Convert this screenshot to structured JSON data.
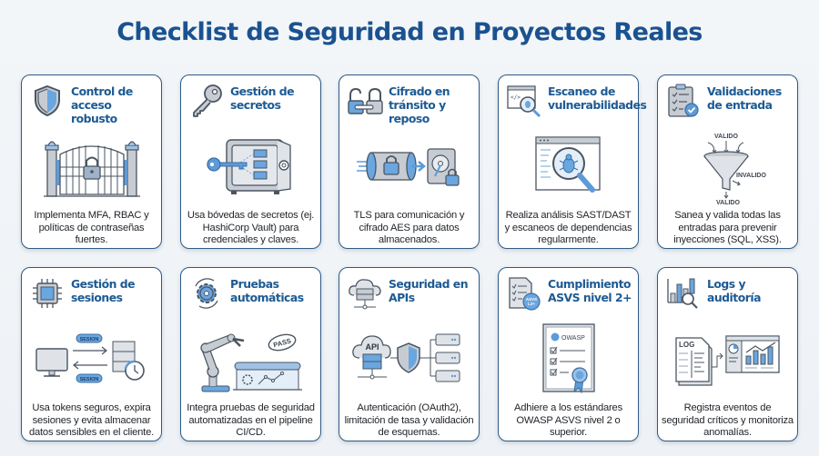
{
  "page": {
    "title": "Checklist de Seguridad en Proyectos Reales"
  },
  "colors": {
    "title": "#1a5290",
    "card_border": "#2e5a86",
    "card_title": "#1d5a93",
    "accent_blue": "#5d9bd8",
    "icon_gray": "#c7ccd3",
    "icon_stroke": "#4a5562"
  },
  "cards": [
    {
      "title": "Control de acceso robusto",
      "description": "Implementa MFA, RBAC y políticas de contraseñas fuertes.",
      "header_icon": "shield-icon",
      "illustration": "locked-gate-icon"
    },
    {
      "title": "Gestión de secretos",
      "description": "Usa bóvedas de secretos (ej. HashiCorp Vault) para credenciales y claves.",
      "header_icon": "key-icon",
      "illustration": "vault-with-key-icon"
    },
    {
      "title": "Cifrado en tránsito y reposo",
      "description": "TLS para comunicación y cifrado AES para datos almacenados.",
      "header_icon": "linked-padlocks-icon",
      "illustration": "encrypted-tunnel-to-disk-icon"
    },
    {
      "title": "Escaneo de vulnerabilidades",
      "description": "Realiza análisis SAST/DAST y escaneos de dependencias regularmente.",
      "header_icon": "code-window-bug-scan-icon",
      "illustration": "magnifier-over-bug-icon"
    },
    {
      "title": "Validaciones de entrada",
      "description": "Sanea y valida todas las entradas para prevenir inyecciones (SQL, XSS).",
      "header_icon": "checklist-clipboard-icon",
      "illustration": "input-filter-funnel-icon",
      "illustration_labels": {
        "top": "VALIDO",
        "side": "INVALIDO",
        "bottom": "VALIDO"
      }
    },
    {
      "title": "Gestión de sesiones",
      "description": "Usa tokens seguros, expira sesiones y evita almacenar datos sensibles en el cliente.",
      "header_icon": "chip-icon",
      "illustration": "session-exchange-icon",
      "illustration_labels": {
        "top": "SESION",
        "bottom": "SESION"
      }
    },
    {
      "title": "Pruebas automáticas",
      "description": "Integra pruebas de seguridad automatizadas en el pipeline CI/CD.",
      "header_icon": "gear-cycle-icon",
      "illustration": "robot-arm-pipeline-icon",
      "illustration_labels": {
        "badge": "PASS"
      }
    },
    {
      "title": "Seguridad en APIs",
      "description": "Autenticación (OAuth2), limitación de tasa y validación de esquemas.",
      "header_icon": "cloud-server-icon",
      "illustration": "api-shield-servers-icon",
      "illustration_labels": {
        "cloud": "API"
      }
    },
    {
      "title": "Cumplimiento ASVS nivel 2+",
      "description": "Adhiere a los estándares OWASP ASVS nivel 2 o superior.",
      "header_icon": "asvs-document-icon",
      "header_icon_labels": {
        "badge_line1": "ASVS",
        "badge_line2": "L2+"
      },
      "illustration": "owasp-certificate-icon",
      "illustration_labels": {
        "brand": "OWASP"
      }
    },
    {
      "title": "Logs y auditoría",
      "description": "Registra eventos de seguridad críticos y monitoriza anomalías.",
      "header_icon": "chart-magnifier-icon",
      "illustration": "log-to-dashboard-icon",
      "illustration_labels": {
        "log": "LOG"
      }
    }
  ]
}
